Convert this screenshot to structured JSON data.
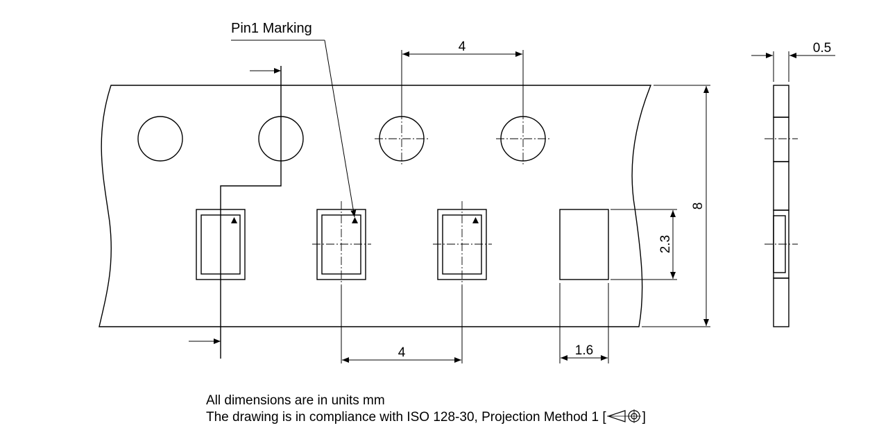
{
  "labels": {
    "pin1_marking": "Pin1 Marking",
    "pitch_sprocket": "4",
    "pitch_pocket": "4",
    "pocket_height": "2.3",
    "pocket_width": "1.6",
    "tape_width": "8",
    "tape_thickness": "0.5"
  },
  "notes": {
    "line1": "All dimensions are in units mm",
    "line2_text": "The drawing is in compliance with ISO 128-30, Projection Method 1 [",
    "line2_end": "]"
  },
  "icons": [
    "arrow-icon",
    "pin1-triangle-icon",
    "projection-method-1-icon"
  ]
}
